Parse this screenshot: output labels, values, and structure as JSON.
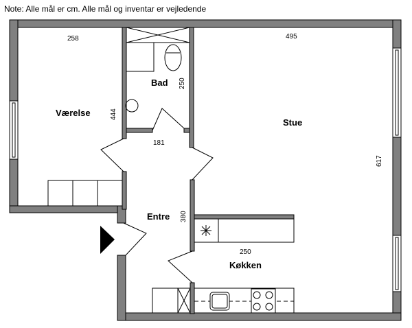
{
  "note": "Note: Alle mål er cm. Alle mål og inventar er vejledende",
  "rooms": {
    "bedroom": "Værelse",
    "bath": "Bad",
    "living": "Stue",
    "entry": "Entre",
    "kitchen": "Køkken"
  },
  "dims": {
    "bedroom_w": "258",
    "bedroom_h": "444",
    "bath_h": "250",
    "hall_w": "181",
    "living_w": "495",
    "living_h": "617",
    "entry_h": "380",
    "kitchen_w": "250"
  }
}
